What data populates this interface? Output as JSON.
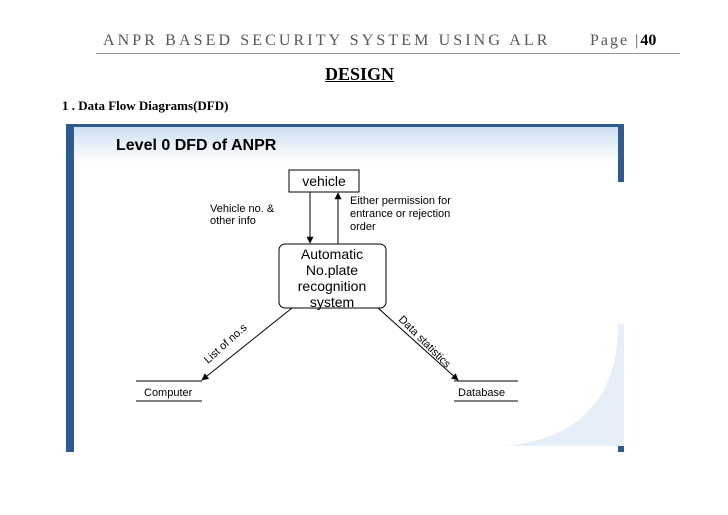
{
  "header": {
    "title": "ANPR BASED SECURITY SYSTEM USING ALR",
    "page_prefix": "Page |",
    "page_number": "40"
  },
  "heading": "DESIGN",
  "section": "1 . Data Flow Diagrams(DFD)",
  "diagram": {
    "title": "Level 0 DFD of ANPR",
    "nodes": {
      "vehicle": "vehicle",
      "process": [
        "Automatic",
        "No.plate",
        "recognition",
        "system"
      ],
      "computer": "Computer",
      "database": "Database"
    },
    "flows": {
      "vehicle_info": [
        "Vehicle no. &",
        "other info"
      ],
      "permission": [
        "Either permission for",
        "entrance or rejection",
        "order"
      ],
      "list_of_nos": "List of no.s",
      "data_statistics": "Data statistics"
    }
  }
}
